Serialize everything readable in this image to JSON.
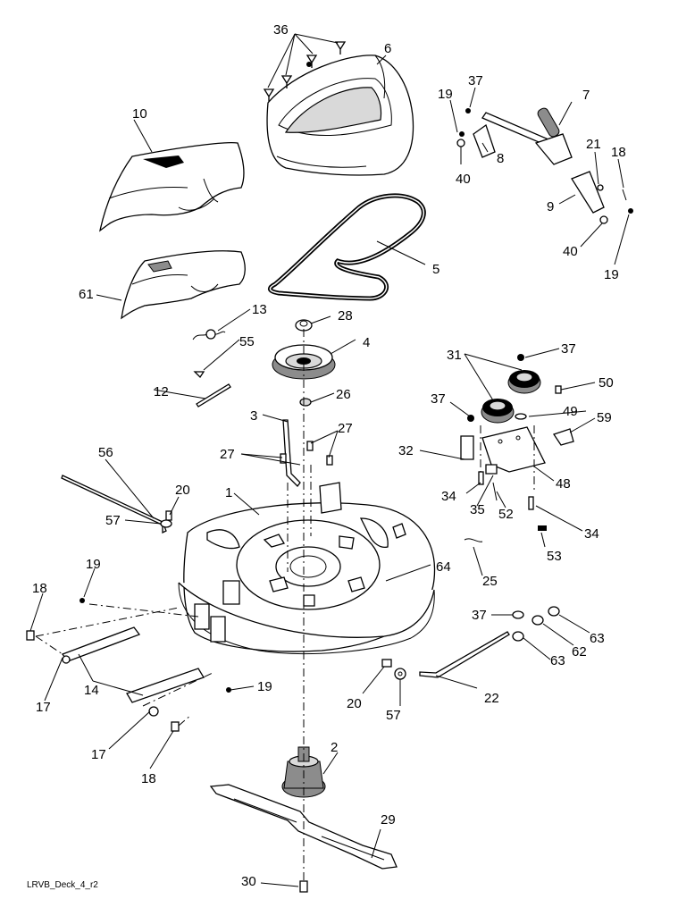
{
  "diagram": {
    "drawing_ref": "LRVB_Deck_4_r2",
    "part_labels": {
      "p36": "36",
      "p6": "6",
      "p37a": "37",
      "p19a": "19",
      "p7": "7",
      "p10": "10",
      "p8": "8",
      "p40a": "40",
      "p21": "21",
      "p18a": "18",
      "p9": "9",
      "p40b": "40",
      "p19b": "19",
      "p5": "5",
      "p61": "61",
      "p13": "13",
      "p28": "28",
      "p55": "55",
      "p4": "4",
      "p12": "12",
      "p26": "26",
      "p3": "3",
      "p27a": "27",
      "p27b": "27",
      "p31": "31",
      "p37b": "37",
      "p37c": "37",
      "p50": "50",
      "p49": "49",
      "p59": "59",
      "p32": "32",
      "p48": "48",
      "p56": "56",
      "p20a": "20",
      "p1": "1",
      "p57a": "57",
      "p34a": "34",
      "p35": "35",
      "p52": "52",
      "p34b": "34",
      "p53": "53",
      "p25": "25",
      "p64": "64",
      "p19c": "19",
      "p18b": "18",
      "p37d": "37",
      "p63a": "63",
      "p62": "62",
      "p63b": "63",
      "p17a": "17",
      "p14": "14",
      "p19d": "19",
      "p20b": "20",
      "p22": "22",
      "p57b": "57",
      "p2": "2",
      "p17b": "17",
      "p18c": "18",
      "p29": "29",
      "p30": "30"
    }
  }
}
